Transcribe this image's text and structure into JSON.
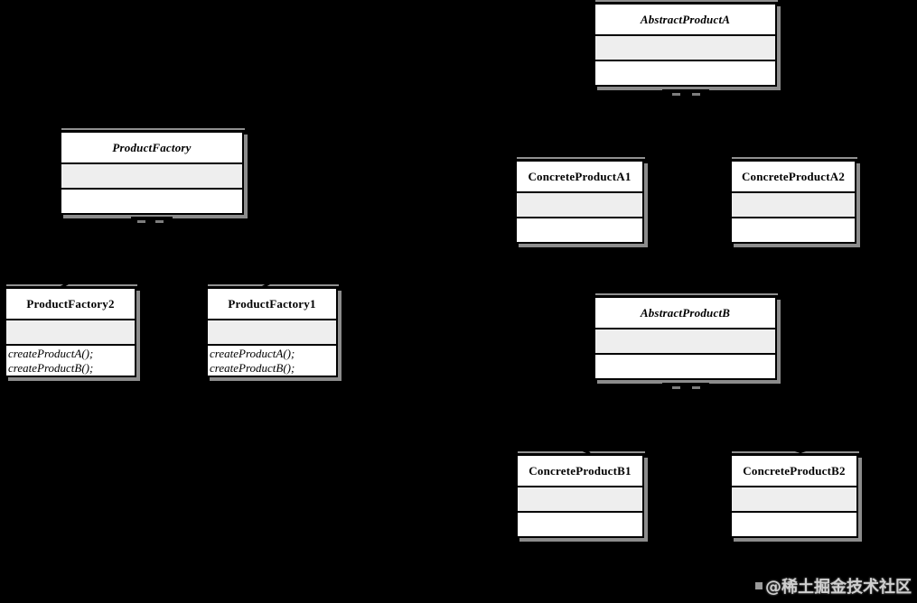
{
  "diagram": {
    "kind": "uml-class-diagram",
    "pattern": "Abstract Factory",
    "connectors_visible": false,
    "colors": {
      "background": "#000000",
      "box_fill": "#ffffff",
      "attributes_fill": "#eeeeee",
      "border": "#000000",
      "shadow": "#8c8c8c",
      "watermark_text": "#cfcfcf"
    },
    "classes": {
      "abstractProductA": {
        "name": "AbstractProductA",
        "abstract": true,
        "methods": []
      },
      "productFactory": {
        "name": "ProductFactory",
        "abstract": true,
        "methods": []
      },
      "concreteProductA1": {
        "name": "ConcreteProductA1",
        "abstract": false,
        "methods": []
      },
      "concreteProductA2": {
        "name": "ConcreteProductA2",
        "abstract": false,
        "methods": []
      },
      "productFactory2": {
        "name": "ProductFactory2",
        "abstract": false,
        "methods": [
          "createProductA();",
          "createProductB();"
        ]
      },
      "productFactory1": {
        "name": "ProductFactory1",
        "abstract": false,
        "methods": [
          "createProductA();",
          "createProductB();"
        ]
      },
      "abstractProductB": {
        "name": "AbstractProductB",
        "abstract": true,
        "methods": []
      },
      "concreteProductB1": {
        "name": "ConcreteProductB1",
        "abstract": false,
        "methods": []
      },
      "concreteProductB2": {
        "name": "ConcreteProductB2",
        "abstract": false,
        "methods": []
      }
    },
    "relationships": [
      {
        "from": "ConcreteProductA1",
        "to": "AbstractProductA",
        "type": "generalization"
      },
      {
        "from": "ConcreteProductA2",
        "to": "AbstractProductA",
        "type": "generalization"
      },
      {
        "from": "ProductFactory2",
        "to": "ProductFactory",
        "type": "generalization"
      },
      {
        "from": "ProductFactory1",
        "to": "ProductFactory",
        "type": "generalization"
      },
      {
        "from": "ConcreteProductB1",
        "to": "AbstractProductB",
        "type": "generalization"
      },
      {
        "from": "ConcreteProductB2",
        "to": "AbstractProductB",
        "type": "generalization"
      }
    ],
    "watermark": {
      "text": "@稀土掘金技术社区"
    }
  }
}
